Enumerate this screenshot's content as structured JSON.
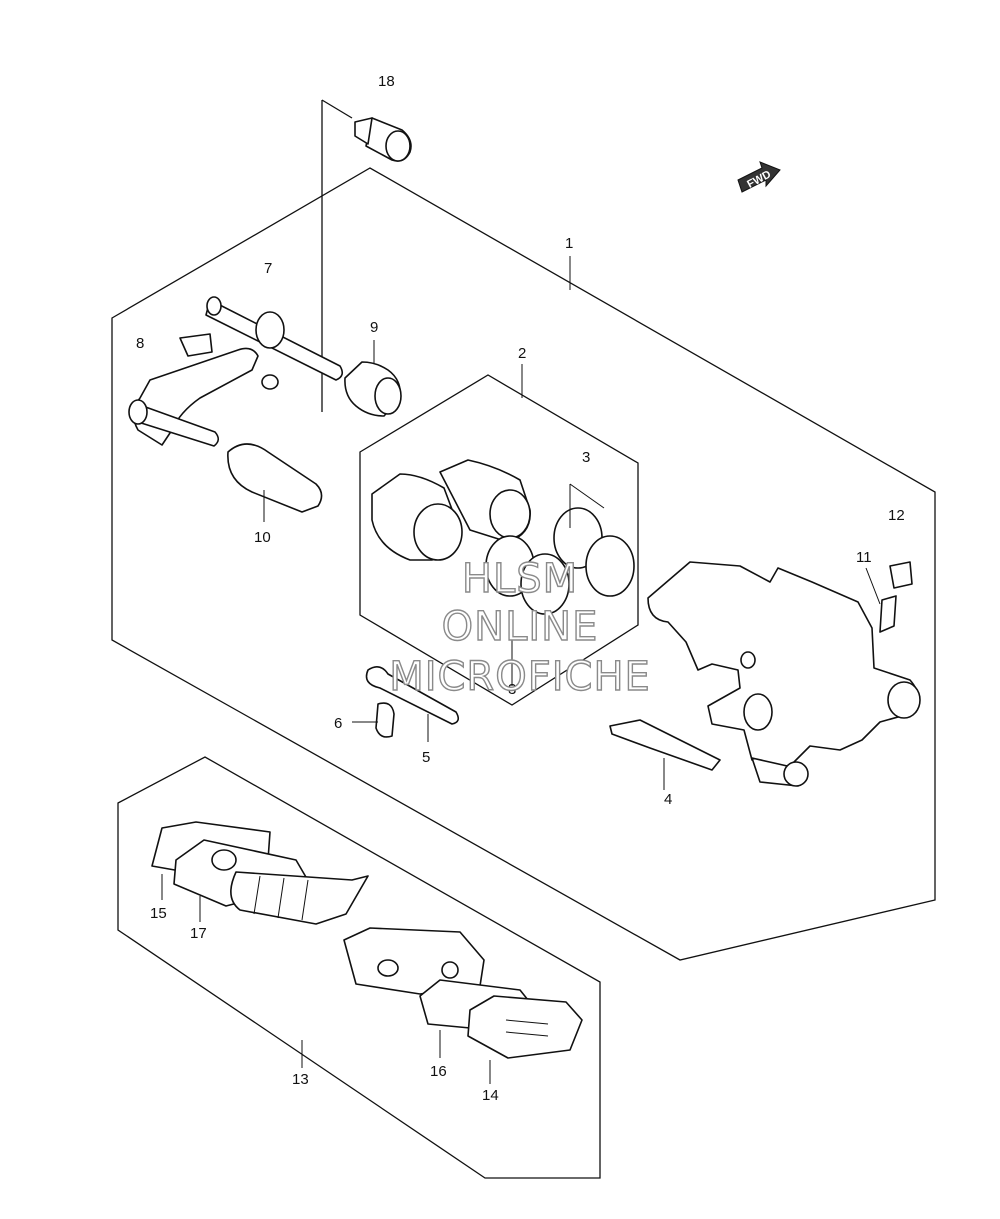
{
  "diagram": {
    "callouts": {
      "c1": "1",
      "c2": "2",
      "c3a": "3",
      "c3b": "3",
      "c4": "4",
      "c5": "5",
      "c6": "6",
      "c7": "7",
      "c8": "8",
      "c9": "9",
      "c10": "10",
      "c11": "11",
      "c12": "12",
      "c13": "13",
      "c14": "14",
      "c15": "15",
      "c16": "16",
      "c17": "17",
      "c18": "18"
    },
    "forward_badge": "FWD",
    "watermark": [
      "HLSM",
      "ONLINE",
      "MICROFICHE"
    ]
  }
}
